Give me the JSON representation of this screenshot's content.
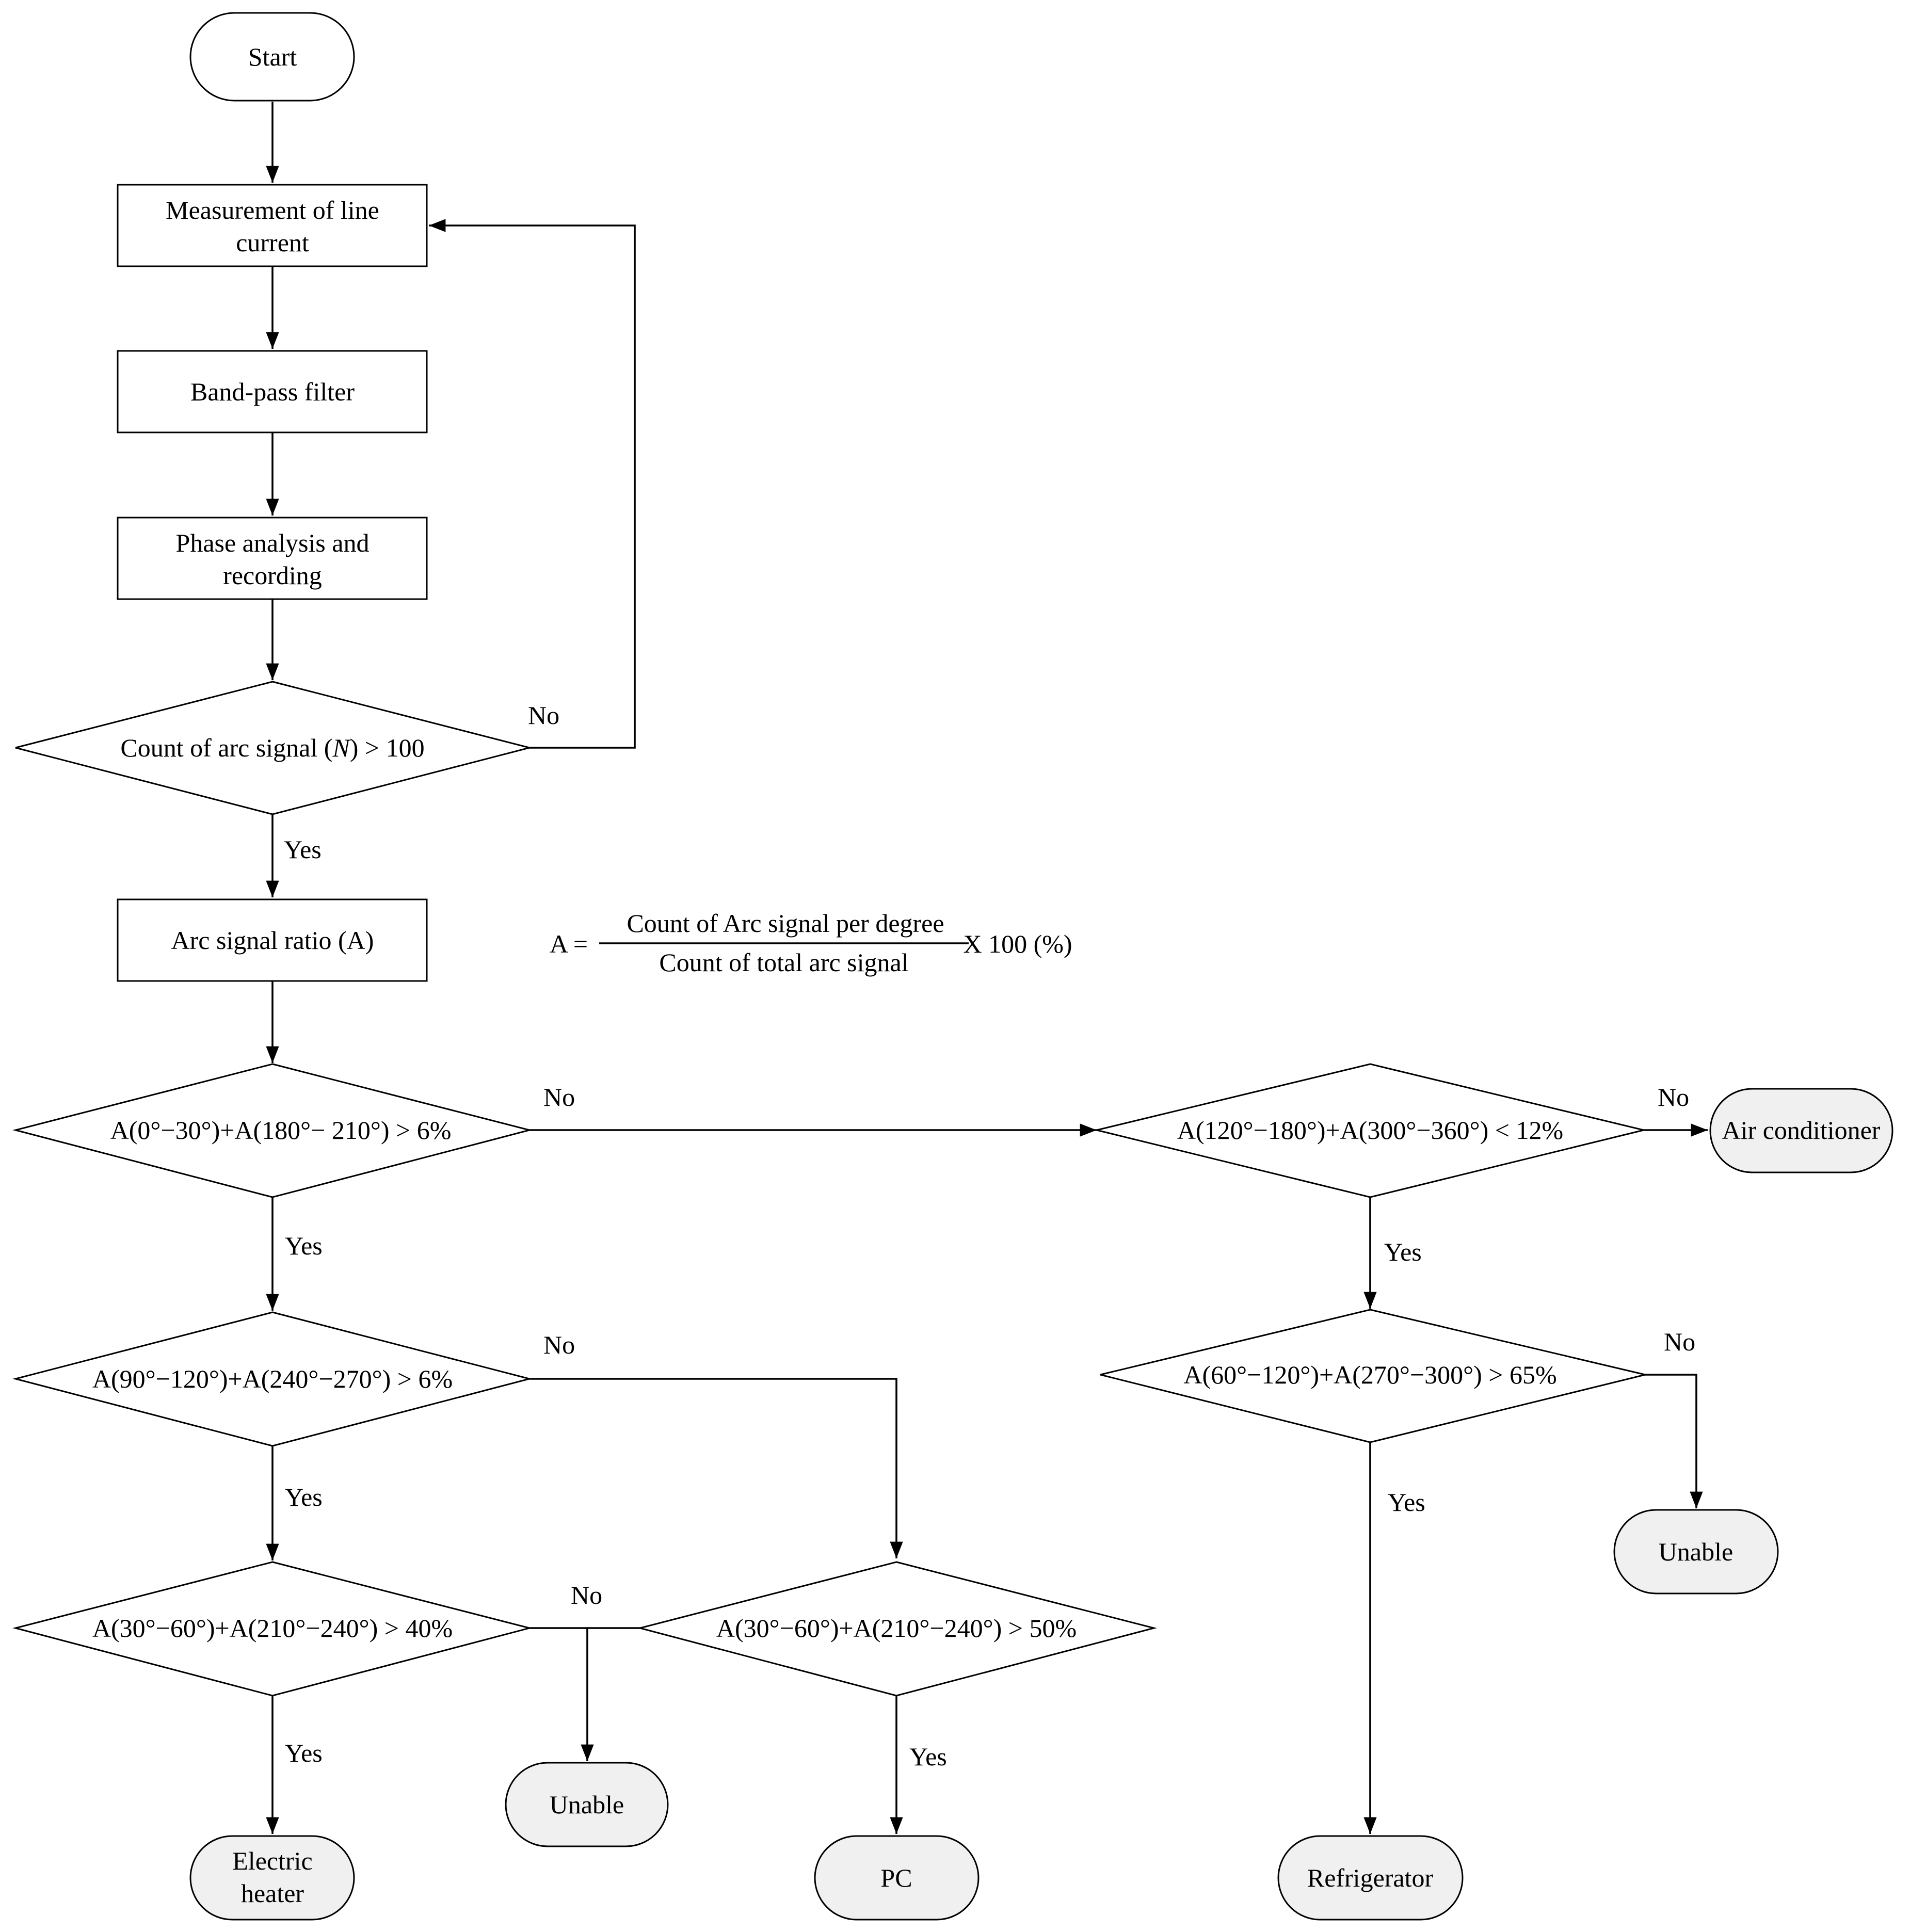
{
  "colors": {
    "terminal_start_fill": "#ffffff",
    "terminal_end_fill": "#f0f0f0",
    "box_fill": "#ffffff",
    "line": "#000000"
  },
  "nodes": {
    "start": "Start",
    "measure": [
      "Measurement of line",
      "current"
    ],
    "bandpass": "Band-pass filter",
    "phase": [
      "Phase analysis and",
      "recording"
    ],
    "d_count": {
      "prefix": "Count of arc signal (",
      "var": "N",
      "suffix": ") > 100"
    },
    "ratio": "Arc signal ratio (A)",
    "d1": "A(0°−30°)+A(180°− 210°) > 6%",
    "d2": "A(90°−120°)+A(240°−270°) > 6%",
    "d3": "A(30°−60°)+A(210°−240°) > 40%",
    "d4": "A(30°−60°)+A(210°−240°) > 50%",
    "d5": "A(120°−180°)+A(300°−360°) < 12%",
    "d6": "A(60°−120°)+A(270°−300°) > 65%",
    "heater": [
      "Electric",
      "heater"
    ],
    "unable_mid": "Unable",
    "pc": "PC",
    "refrigerator": "Refrigerator",
    "aircon": "Air conditioner",
    "unable_right": "Unable"
  },
  "formula": {
    "lhs": "A =",
    "numerator": "Count of Arc signal per degree",
    "denominator": "Count of total arc signal",
    "rhs": "X 100 (%)"
  },
  "edge_labels": {
    "count_no": "No",
    "count_yes": "Yes",
    "d1_no": "No",
    "d1_yes": "Yes",
    "d2_no": "No",
    "d2_yes": "Yes",
    "d3_no": "No",
    "d3_yes": "Yes",
    "d4_yes": "Yes",
    "d5_no": "No",
    "d5_yes": "Yes",
    "d6_no": "No",
    "d6_yes": "Yes"
  }
}
